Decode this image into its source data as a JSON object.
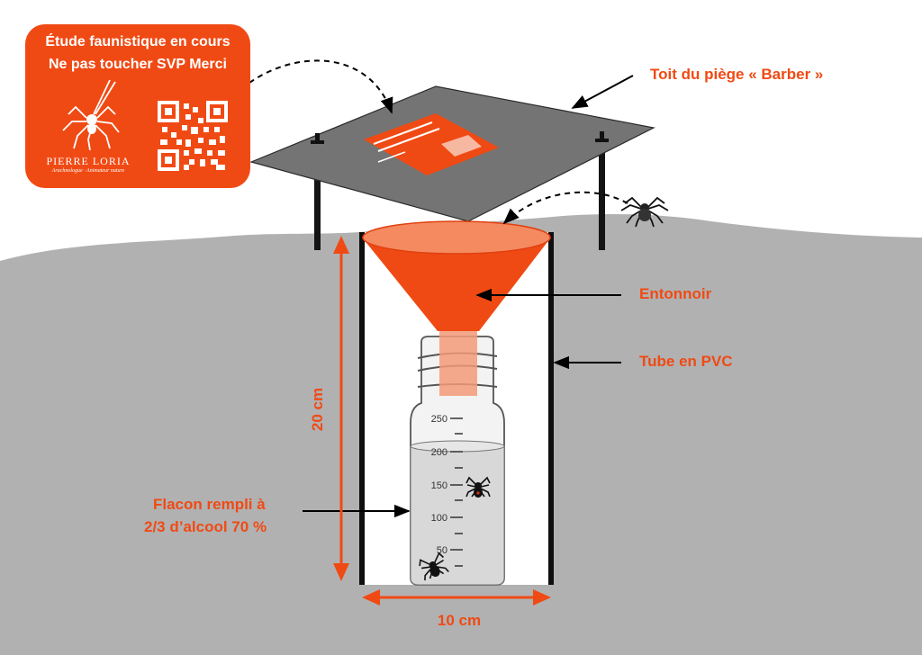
{
  "sign": {
    "line1": "Étude faunistique en cours",
    "line2": "Ne pas toucher SVP Merci",
    "brand": "PIERRE LORIA",
    "brand_sub": "Arachnologue · Animateur nature"
  },
  "labels": {
    "roof": "Toit du piège « Barber »",
    "funnel": "Entonnoir",
    "tube": "Tube en PVC",
    "flask_line1": "Flacon rempli à",
    "flask_line2": "2/3 d’alcool 70 %",
    "height": "20 cm",
    "width": "10 cm"
  },
  "graduations": [
    "250",
    "200",
    "150",
    "100",
    "50"
  ],
  "colors": {
    "accent": "#f04a14",
    "ground": "#b1b1b1",
    "roof": "#747474",
    "alcohol": "#d8d8d8"
  },
  "icons": [
    "spider-logo-icon",
    "qr-code-icon",
    "spider-icon"
  ]
}
